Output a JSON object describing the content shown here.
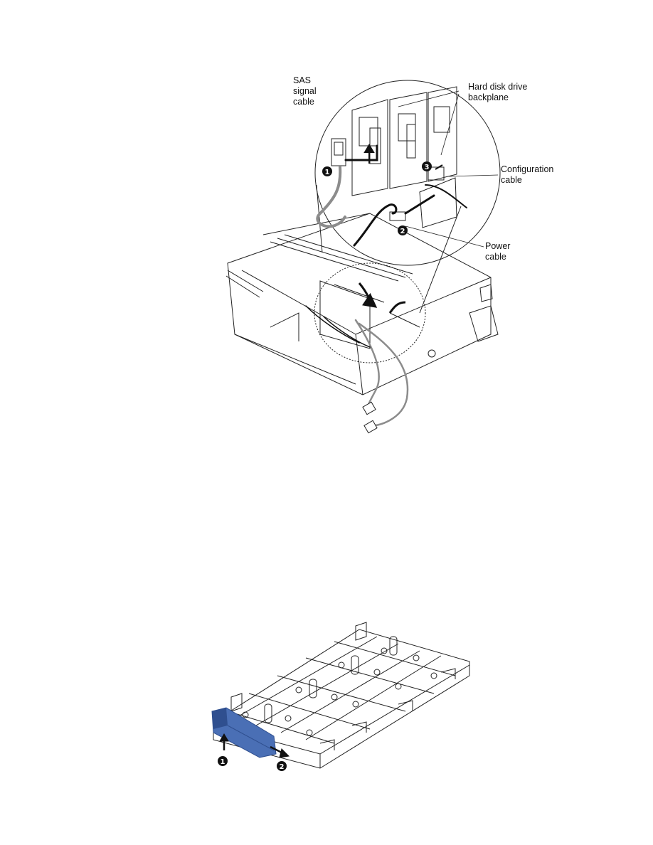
{
  "figure1": {
    "callouts": {
      "sas": [
        "SAS",
        "signal",
        "cable"
      ],
      "backplane": [
        "Hard disk drive",
        "backplane"
      ],
      "config": [
        "Configuration",
        "cable"
      ],
      "power": [
        "Power",
        "cable"
      ]
    },
    "steps": [
      "1",
      "2",
      "3"
    ]
  },
  "figure2": {
    "steps": [
      "1",
      "2"
    ],
    "colors": {
      "accent": "#4a6fb5",
      "accent_dark": "#2f4f8f"
    }
  },
  "colors": {
    "line": "#222222",
    "cable_gray": "#8c8c8c",
    "cable_black": "#111111"
  }
}
